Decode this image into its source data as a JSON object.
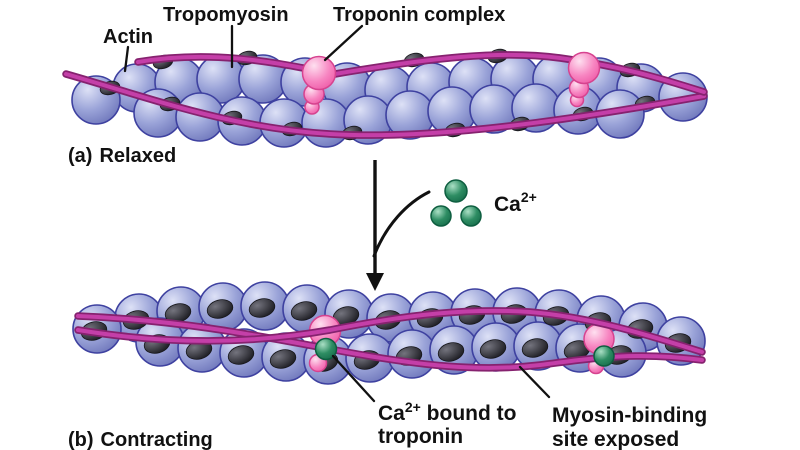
{
  "figure": {
    "description": "Muscle thin-filament regulation diagram: relaxed vs contracting states"
  },
  "labels": {
    "actin": "Actin",
    "tropomyosin": "Tropomyosin",
    "troponin_complex": "Troponin complex",
    "section_a_prefix": "(a)",
    "section_a_name": "Relaxed",
    "section_b_prefix": "(b)",
    "section_b_name": "Contracting",
    "calcium_base": "Ca",
    "calcium_sup": "2+",
    "ca_bound_base": "Ca",
    "ca_bound_sup": "2+",
    "ca_bound_rest": " bound to",
    "ca_bound_line2": "troponin",
    "myosin_line1": "Myosin-binding",
    "myosin_line2": "site exposed"
  },
  "colors": {
    "page_bg": "#ffffff",
    "text": "#111111",
    "actin_highlight": "#dde1f6",
    "actin_sphere": "#9aa3d8",
    "actin_shadow": "#6f77bb",
    "actin_outline": "#3e41a0",
    "binding_site_light": "#74747e",
    "binding_site": "#33333a",
    "binding_site_dark": "#17171c",
    "tropomyosin": "#c43fa8",
    "tropomyosin_dark": "#86226f",
    "troponin_highlight": "#fee0f0",
    "troponin": "#f785c1",
    "troponin_deep": "#ee5ca8",
    "troponin_outline": "#d6438f",
    "calcium_highlight": "#aadfc5",
    "calcium": "#2e8d63",
    "calcium_deep": "#176d4b",
    "calcium_outline": "#0e5e40"
  }
}
